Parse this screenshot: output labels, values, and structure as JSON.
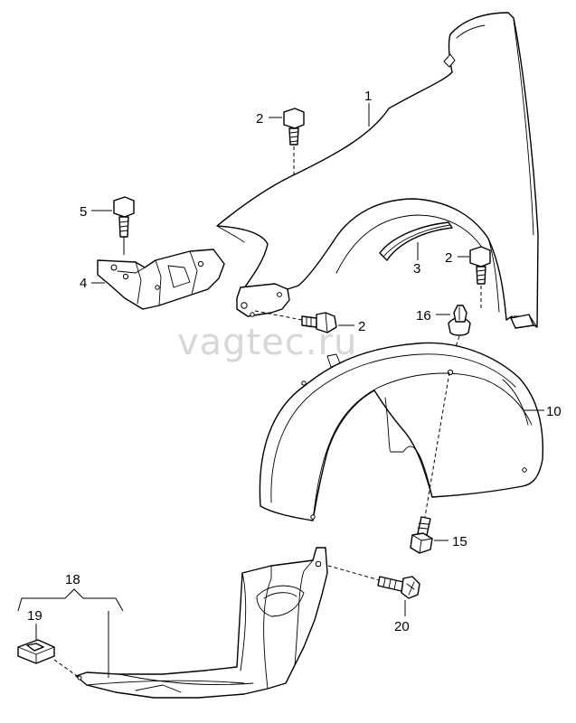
{
  "watermark": "vagtec.ru",
  "callouts": {
    "fender": "1",
    "bolt_top": "2",
    "bolt_right": "2",
    "bolt_mid": "2",
    "insulation_strip": "3",
    "bracket": "4",
    "bracket_bolt": "5",
    "wheel_liner": "10",
    "screw_liner": "15",
    "clip": "16",
    "underbody_shield": "18",
    "speed_nut": "19",
    "screw_shield": "20"
  }
}
